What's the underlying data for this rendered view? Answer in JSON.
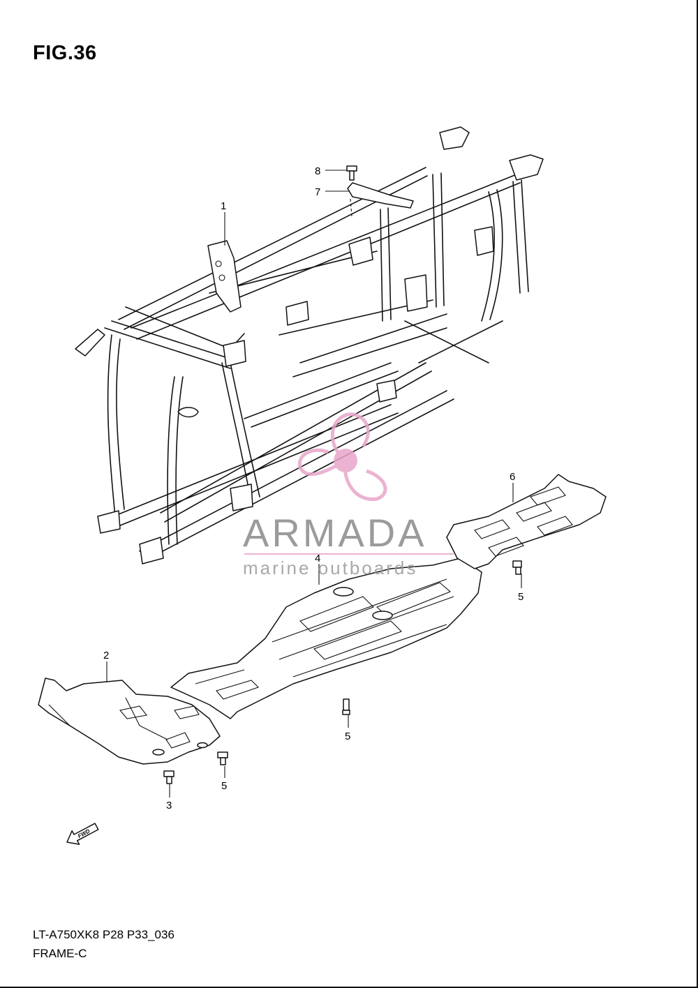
{
  "figure": {
    "title": "FIG.36"
  },
  "callouts": {
    "c1": "1",
    "c2": "2",
    "c3": "3",
    "c4": "4",
    "c5a": "5",
    "c5b": "5",
    "c5c": "5",
    "c6": "6",
    "c7": "7",
    "c8": "8"
  },
  "fwd_label": "FWD",
  "watermark": {
    "brand": "ARMADA",
    "tagline": "marine outboards",
    "color": "#e8a6c9"
  },
  "footer": {
    "code": "LT-A750XK8 P28 P33_036",
    "name": "FRAME-C"
  }
}
